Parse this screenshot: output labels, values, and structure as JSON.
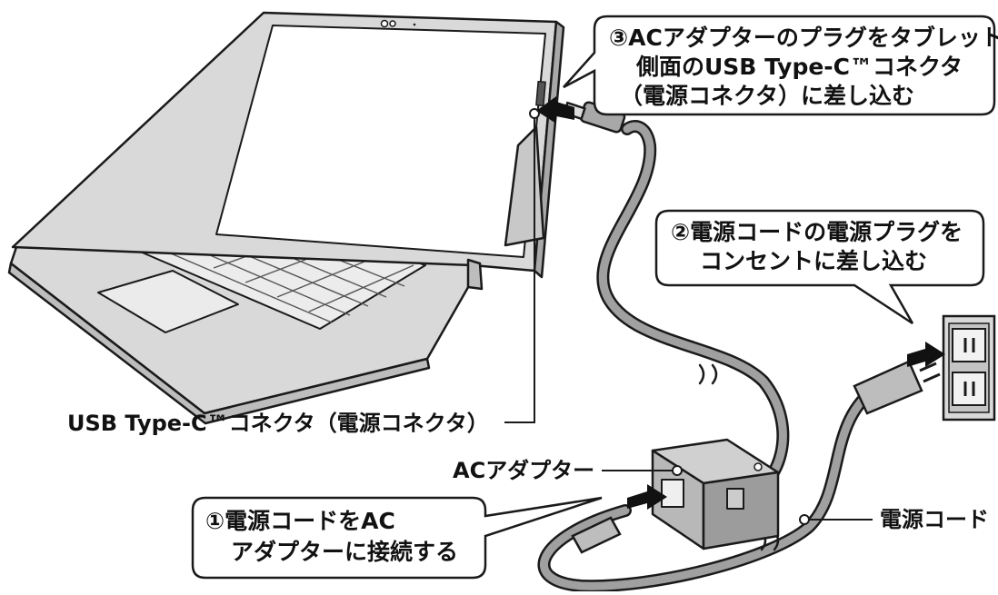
{
  "callouts": {
    "step3": {
      "line1": "③ACアダプターのプラグをタブレット",
      "line2": "側面のUSB Type-C™コネクタ",
      "line3": "（電源コネクタ）に差し込む"
    },
    "step2": {
      "line1": "②電源コードの電源プラグを",
      "line2": "コンセントに差し込む"
    },
    "step1": {
      "line1": "①電源コードをAC",
      "line2": "アダプターに接続する"
    }
  },
  "labels": {
    "usb_connector": "USB Type-C™コネクタ（電源コネクタ）",
    "ac_adapter": "ACアダプター",
    "power_cord": "電源コード"
  },
  "colors": {
    "outline": "#1a1a1a",
    "device_gray": "#d6d6d6",
    "cable_gray": "#9a9a9a",
    "screen_white": "#ffffff",
    "arrow": "#111111"
  }
}
